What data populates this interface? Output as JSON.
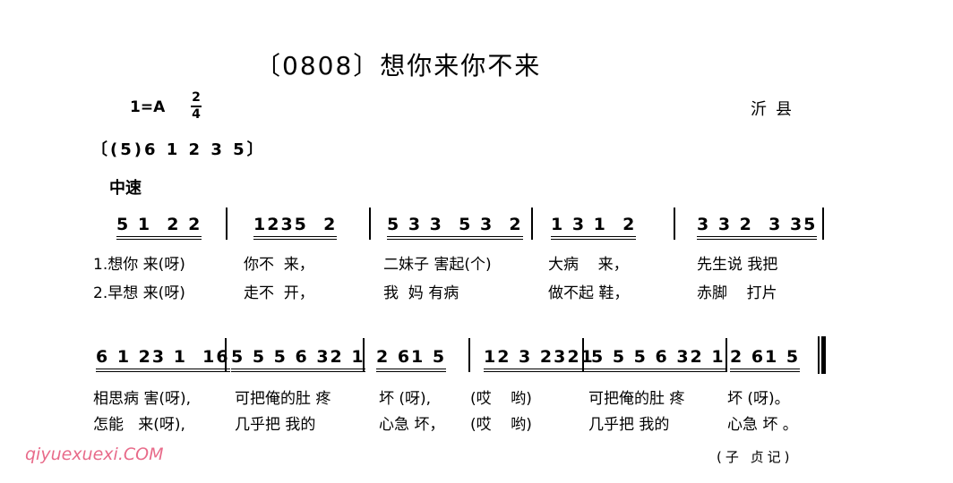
{
  "title": "〔0808〕想你来你不来",
  "key": "1=A",
  "time_top": "2",
  "time_bottom": "4",
  "place": "沂县",
  "intro": "〔(5)6 1 2 3 5〕",
  "tempo": "中速",
  "row1": {
    "measures": [
      "5 1  2 2",
      "1235  2",
      "5 3 3  5 3  2",
      "1 3 1  2",
      "3 3 2  3 35"
    ],
    "verse1": [
      "1.想你 来(呀)",
      "你不  来，",
      "二妹子 害起(个)",
      "大病    来，",
      "先生说 我把"
    ],
    "verse2": [
      "2.早想 来(呀)",
      "走不  开，",
      "我  妈 有病",
      "做不起 鞋，",
      "赤脚    打片"
    ]
  },
  "row2": {
    "measures": [
      "6 1 23 1  16",
      "5 5 5 6 32 1",
      "2 61 5",
      "12 3 2321",
      "5 5 5 6 32 1",
      "2 61 5"
    ],
    "verse1": [
      "相思病 害(呀),",
      "可把俺的肚 疼",
      "坏 (呀),",
      "(哎    哟)",
      "可把俺的肚 疼",
      "坏 (呀)。"
    ],
    "verse2": [
      "怎能   来(呀),",
      "几乎把 我的",
      "心急 坏，",
      "(哎    哟)",
      "几乎把 我的",
      "心急 坏 。"
    ]
  },
  "credit": "(子 贞记)",
  "watermark": "qiyuexuexi.COM"
}
